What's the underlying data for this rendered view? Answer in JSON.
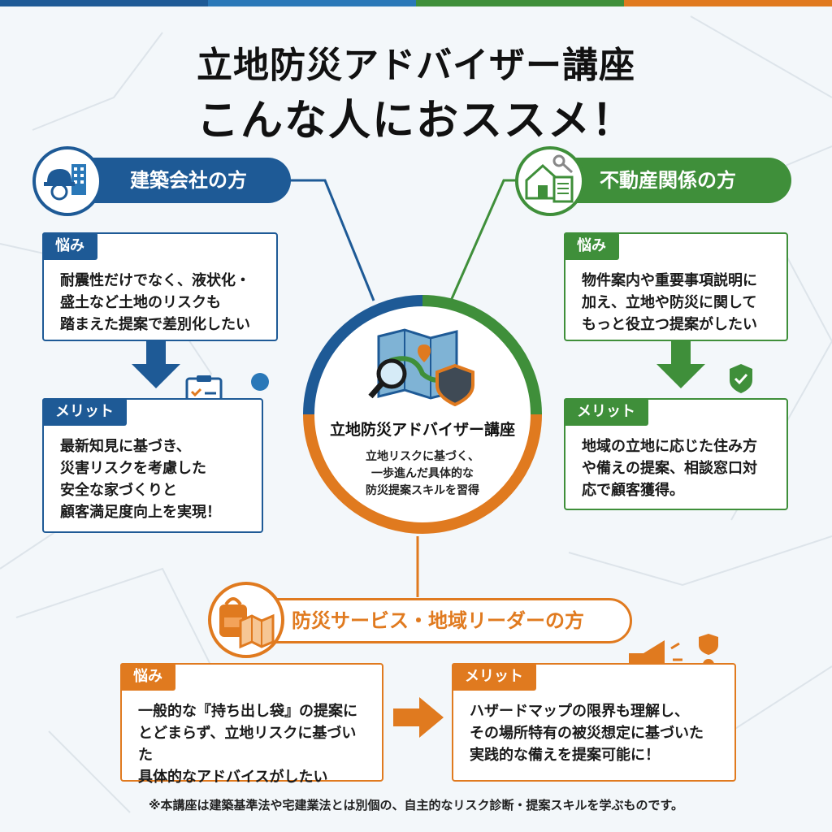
{
  "title_line1": "立地防災アドバイザー講座",
  "title_line2": "こんな人におススメ！",
  "center": {
    "title": "立地防災アドバイザー講座",
    "desc": "立地リスクに基づく、\n一歩進んだ具体的な\n防災提案スキルを習得"
  },
  "left": {
    "heading": "建築会社の方",
    "worry_tag": "悩み",
    "worry": "耐震性だけでなく、液状化・\n盛土など土地のリスクも\n踏まえた提案で差別化したい",
    "merit_tag": "メリット",
    "merit": "最新知見に基づき、\n災害リスクを考慮した\n安全な家づくりと\n顧客満足度向上を実現！"
  },
  "right": {
    "heading": "不動産関係の方",
    "worry_tag": "悩み",
    "worry": "物件案内や重要事項説明に\n加え、立地や防災に関して\nもっと役立つ提案がしたい",
    "merit_tag": "メリット",
    "merit": "地域の立地に応じた住み方\nや備えの提案、相談窓口対\n応で顧客獲得。"
  },
  "bottom": {
    "heading": "防災サービス・地域リーダーの方",
    "worry_tag": "悩み",
    "worry": "一般的な『持ち出し袋』の提案に\nとどまらず、立地リスクに基づいた\n具体的なアドバイスがしたい",
    "merit_tag": "メリット",
    "merit": "ハザードマップの限界も理解し、\nその場所特有の被災想定に基づいた\n実践的な備えを提案可能に！"
  },
  "footnote": "※本講座は建築基準法や宅建業法とは別個の、自主的なリスク診断・提案スキルを学ぶものです。",
  "colors": {
    "blue": "#1e5a96",
    "green": "#3f8f3a",
    "orange": "#e07a1f"
  },
  "icons": [
    "builder-icon",
    "house-key-icon",
    "backpack-map-icon",
    "map-search-shield-icon",
    "checklist-family-icon",
    "handshake-shield-icon",
    "megaphone-community-icon"
  ]
}
